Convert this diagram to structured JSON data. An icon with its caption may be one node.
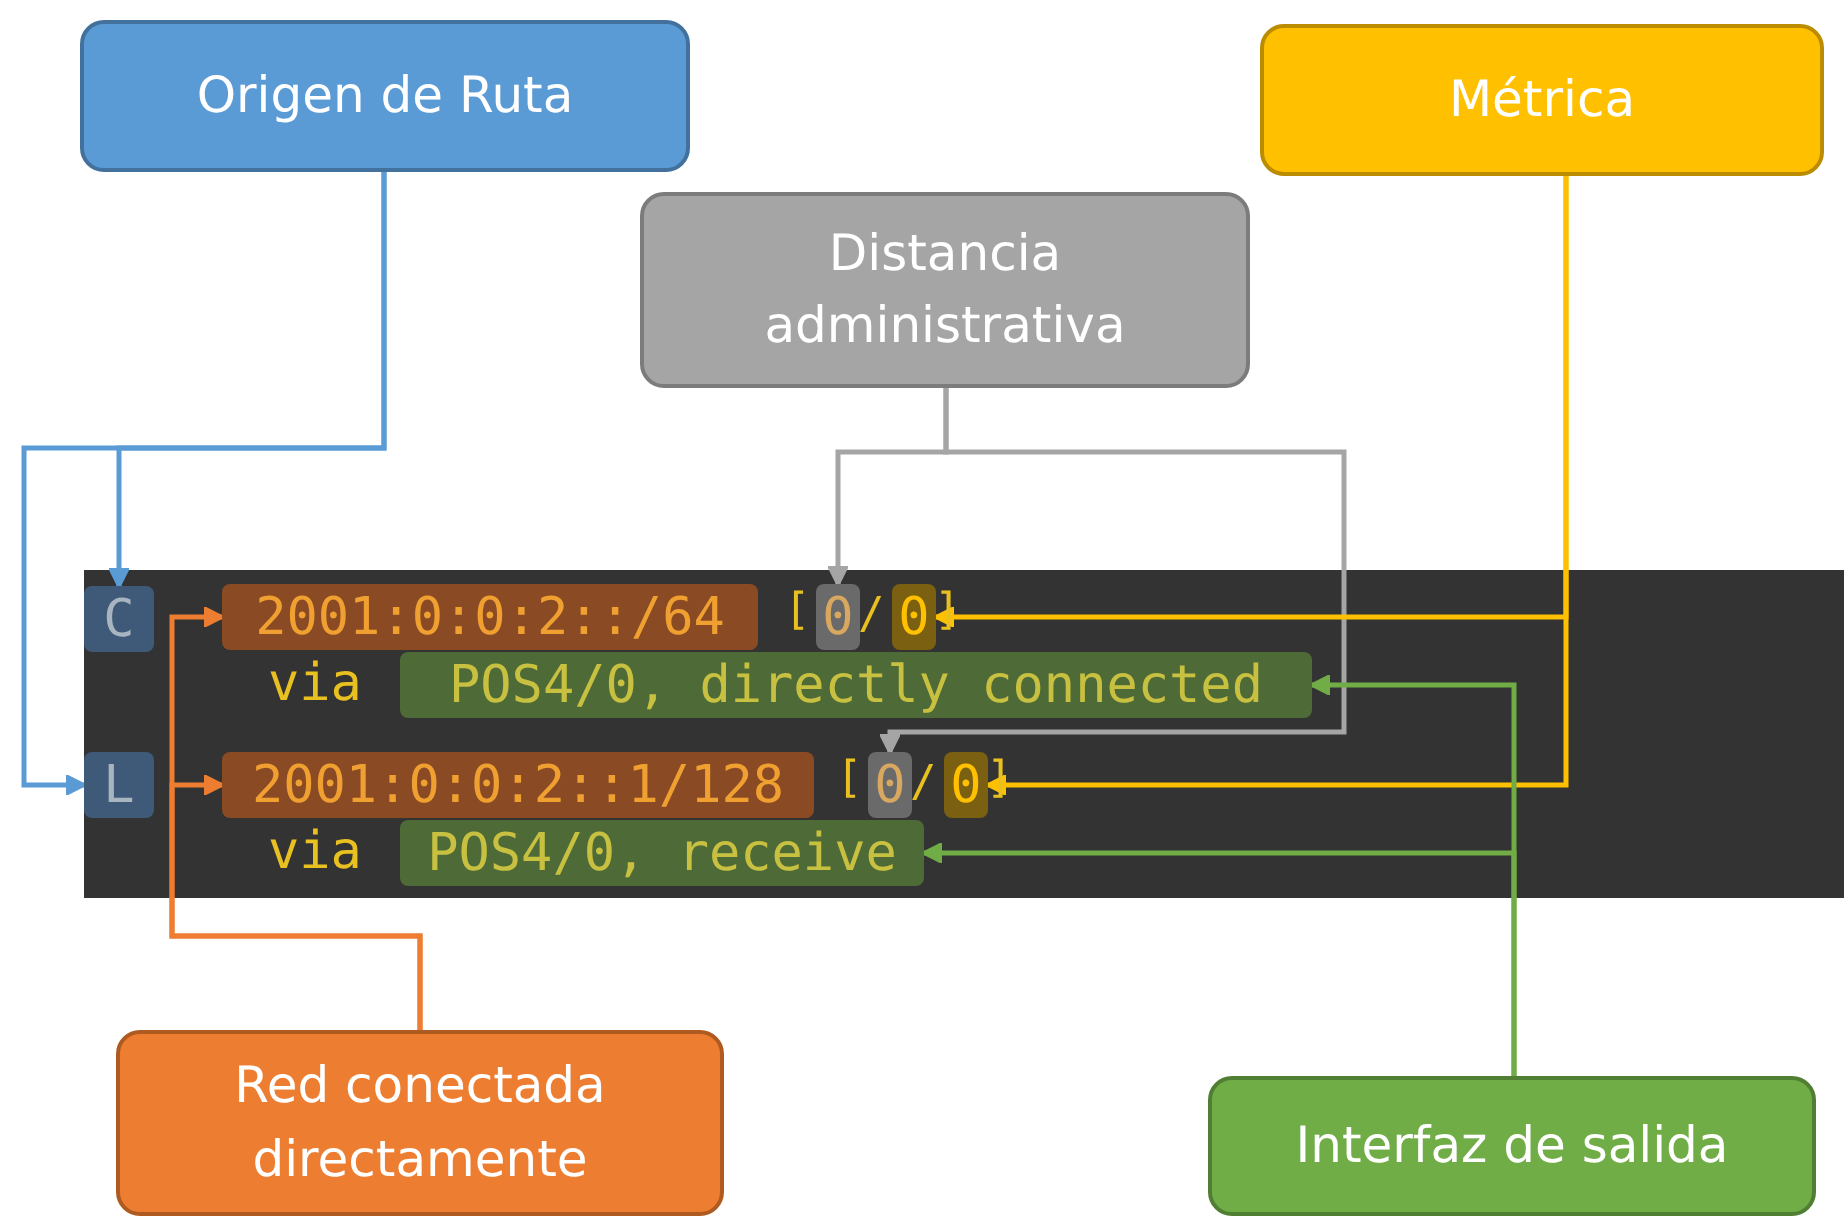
{
  "diagram": {
    "nodes": [
      {
        "text": [
          "Origen de Ruta"
        ]
      },
      {
        "text": [
          "Distancia administrativa"
        ]
      },
      {
        "text": [
          "Métrica"
        ]
      },
      {
        "text": [
          "Red conectada directamente"
        ]
      },
      {
        "text": [
          "Interfaz de salida"
        ]
      },
      {
        "text": [
          "C"
        ]
      },
      {
        "text": [
          "2001:0:0:2::/64"
        ]
      },
      {
        "text": [
          "0"
        ]
      },
      {
        "text": [
          "0"
        ]
      },
      {
        "text": [
          "POS4/0, directly connected"
        ]
      },
      {
        "text": [
          "L"
        ]
      },
      {
        "text": [
          "2001:0:0:2::1/128"
        ]
      },
      {
        "text": [
          "0"
        ]
      },
      {
        "text": [
          "0"
        ]
      },
      {
        "text": [
          "POS4/0, receive"
        ]
      }
    ],
    "edges": [
      {
        "from": 0,
        "to": 5,
        "arrow": "to",
        "color": "#5b9bd5"
      },
      {
        "from": 0,
        "to": 10,
        "arrow": "to",
        "color": "#5b9bd5"
      },
      {
        "from": 1,
        "to": 7,
        "arrow": "to",
        "color": "#a5a5a5"
      },
      {
        "from": 1,
        "to": 12,
        "arrow": "to",
        "color": "#a5a5a5"
      },
      {
        "from": 2,
        "to": 8,
        "arrow": "to",
        "color": "#ffc000"
      },
      {
        "from": 2,
        "to": 13,
        "arrow": "to",
        "color": "#ffc000"
      },
      {
        "from": 3,
        "to": 6,
        "arrow": "to",
        "color": "#ed7d31"
      },
      {
        "from": 3,
        "to": 11,
        "arrow": "to",
        "color": "#ed7d31"
      },
      {
        "from": 4,
        "to": 9,
        "arrow": "to",
        "color": "#70ad47"
      },
      {
        "from": 4,
        "to": 14,
        "arrow": "to",
        "color": "#70ad47"
      }
    ],
    "labels": [
      "[",
      "/",
      "]",
      "via",
      "[",
      "/",
      "]",
      "via"
    ]
  }
}
